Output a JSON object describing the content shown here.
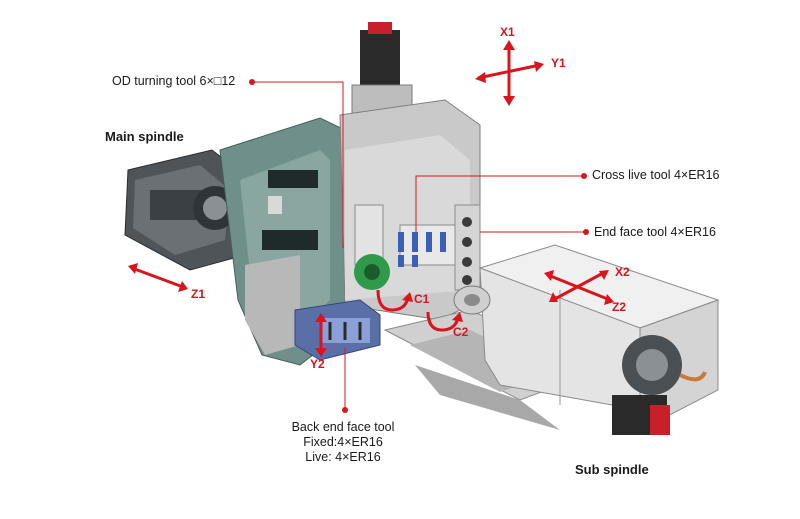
{
  "labels": {
    "od_turning_tool": "OD turning tool 6×□12",
    "main_spindle": "Main spindle",
    "cross_live_tool": "Cross live tool 4×ER16",
    "end_face_tool": "End face tool 4×ER16",
    "back_end_face_tool": "Back end face tool",
    "back_fixed": "Fixed:4×ER16",
    "back_live": "Live:  4×ER16",
    "sub_spindle": "Sub spindle"
  },
  "axes": {
    "x1": "X1",
    "y1": "Y1",
    "z1": "Z1",
    "x2": "X2",
    "z2": "Z2",
    "y2": "Y2",
    "c1": "C1",
    "c2": "C2"
  },
  "colors": {
    "accent_red": "#d8141c",
    "frame_green": "#6f8f8a",
    "machine_grey": "#c9c9c9",
    "guard_white": "#ededed",
    "tool_blue": "#3a5fb5"
  }
}
